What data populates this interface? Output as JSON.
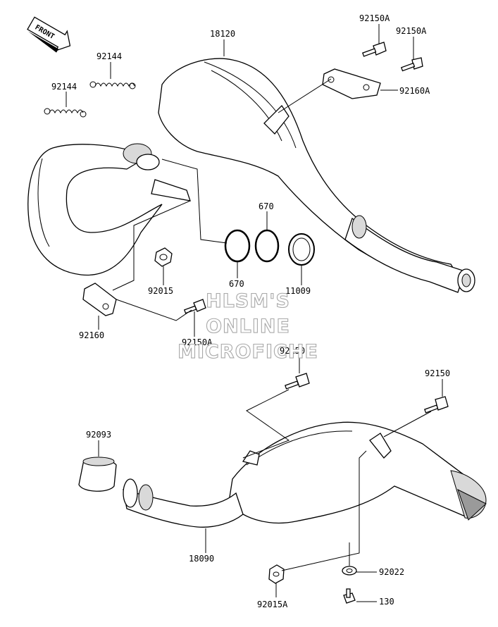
{
  "front_arrow": {
    "text": "FRONT",
    "icon": "front-arrow-icon"
  },
  "watermark": [
    "HLSM'S",
    "ONLINE",
    "MICROFICHE"
  ],
  "part_labels": {
    "p18120": "18120",
    "p92150A_top": "92150A",
    "p92150A_right": "92150A",
    "p92160A": "92160A",
    "p92144_a": "92144",
    "p92144_b": "92144",
    "p670_top": "670",
    "p670_bottom": "670",
    "p11009": "11009",
    "p92015": "92015",
    "p92160": "92160",
    "p92150A_mid": "92150A",
    "p92150_mid": "92150",
    "p92150_right": "92150",
    "p92093": "92093",
    "p18090": "18090",
    "p92022": "92022",
    "p130": "130",
    "p92015A": "92015A"
  }
}
